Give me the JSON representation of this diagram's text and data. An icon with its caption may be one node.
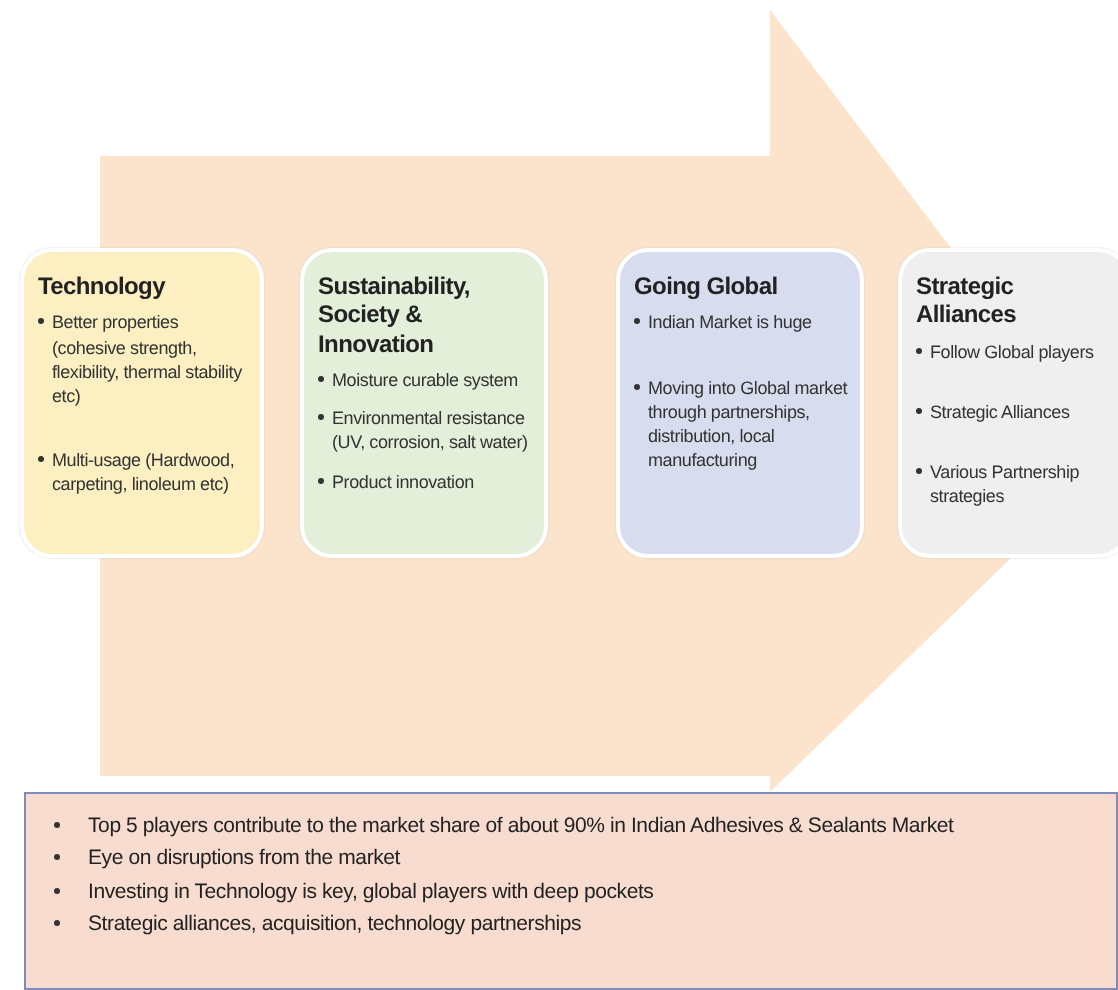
{
  "diagram": {
    "nodes": [
      {
        "text": [
          "Technology",
          "Better properties (cohesive strength, flexibility, thermal stability etc)",
          "Multi-usage (Hardwood, carpeting, linoleum etc)"
        ]
      },
      {
        "text": [
          "Sustainability, Society & Innovation",
          "Moisture curable system",
          "Environmental resistance (UV, corrosion, salt water)",
          "Product innovation"
        ]
      },
      {
        "text": [
          "Going Global",
          "Indian Market is huge",
          "Moving into Global market through partnerships, distribution, local manufacturing"
        ]
      },
      {
        "text": [
          "Strategic Alliances",
          "Follow Global players",
          "Strategic Alliances",
          "Various Partnership strategies"
        ]
      },
      {
        "text": [
          "Top 5 players contribute to the market share of about 90% in Indian Adhesives & Sealants Market",
          "Eye on disruptions from the market",
          "Investing in Technology is key, global players with deep pockets",
          "Strategic alliances, acquisition, technology partnerships"
        ]
      }
    ],
    "edges": [
      {
        "from": 0,
        "to": 3,
        "arrow": "to"
      }
    ]
  }
}
